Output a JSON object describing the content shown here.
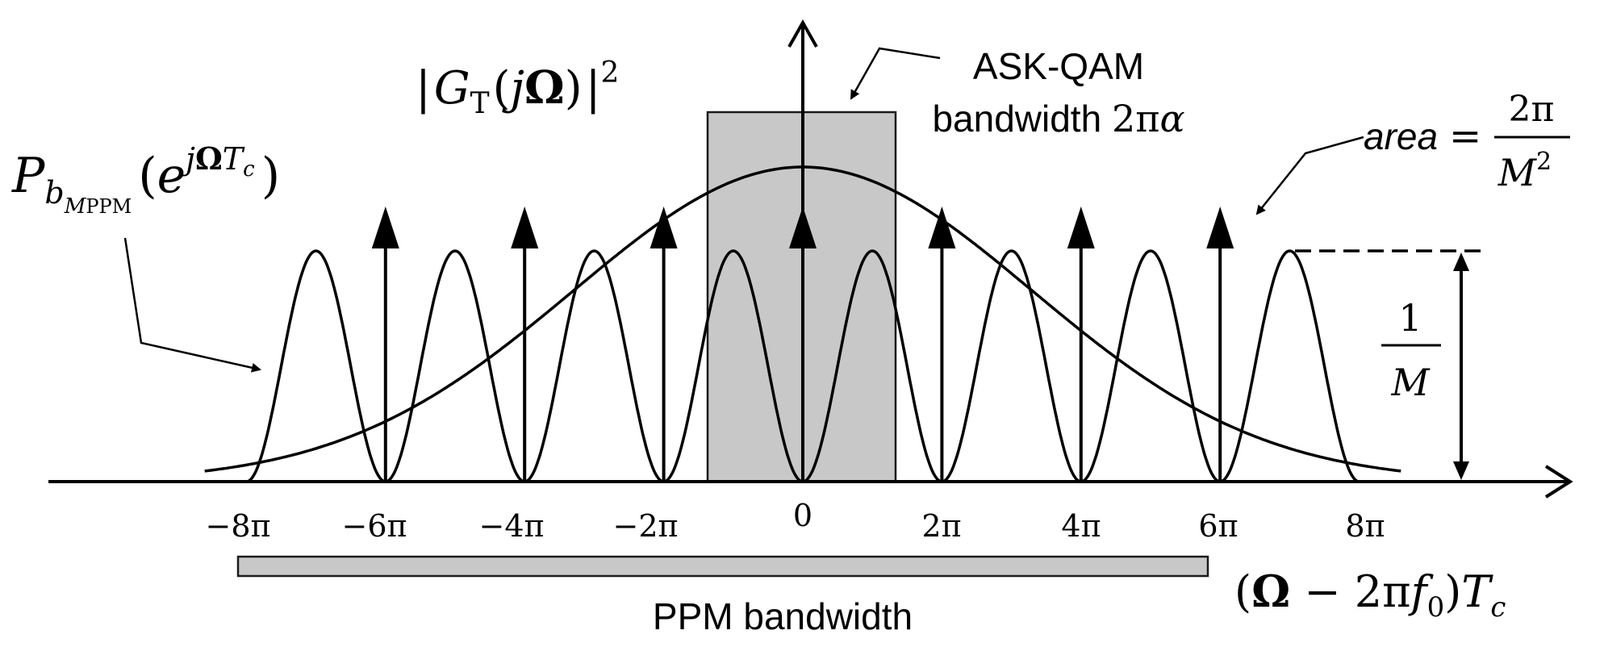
{
  "diagram": {
    "colors": {
      "ink": "#000000",
      "band_fill": "#c8c8c8",
      "band_stroke": "#1a1a1a"
    },
    "tick_labels": [
      "−8π",
      "−6π",
      "−4π",
      "−2π",
      "0",
      "2π",
      "4π",
      "6π",
      "8π"
    ],
    "x_axis_label": {
      "open": "(",
      "omega": "Ω",
      "minus": " − 2π",
      "f": "f",
      "f_sub": "0",
      "close": ")",
      "T": "T",
      "T_sub": "c"
    },
    "gt_label": {
      "bar_open": "|",
      "G": "G",
      "G_sub": "T",
      "paren_open": "(",
      "j": "j",
      "omega": "Ω",
      "paren_close": ")",
      "bar_close": "|",
      "power": "2"
    },
    "pb_label": {
      "P": "P",
      "b": "b",
      "M": "M",
      "ppm": "PPM",
      "open": "(",
      "e": "e",
      "exp_j": "j",
      "exp_omega": "Ω",
      "exp_T": "T",
      "exp_c": "c",
      "close": ")"
    },
    "ask_qam": {
      "line1": "ASK-QAM",
      "line2_text": "bandwidth ",
      "line2_math": "2π",
      "line2_alpha": "α"
    },
    "area_label": {
      "word": "area",
      "equals": " =",
      "num": "2π",
      "den_M": "M",
      "den_pow": "2"
    },
    "height_label": {
      "num": "1",
      "den": "M"
    },
    "ppm_bandwidth_label": "PPM bandwidth"
  }
}
